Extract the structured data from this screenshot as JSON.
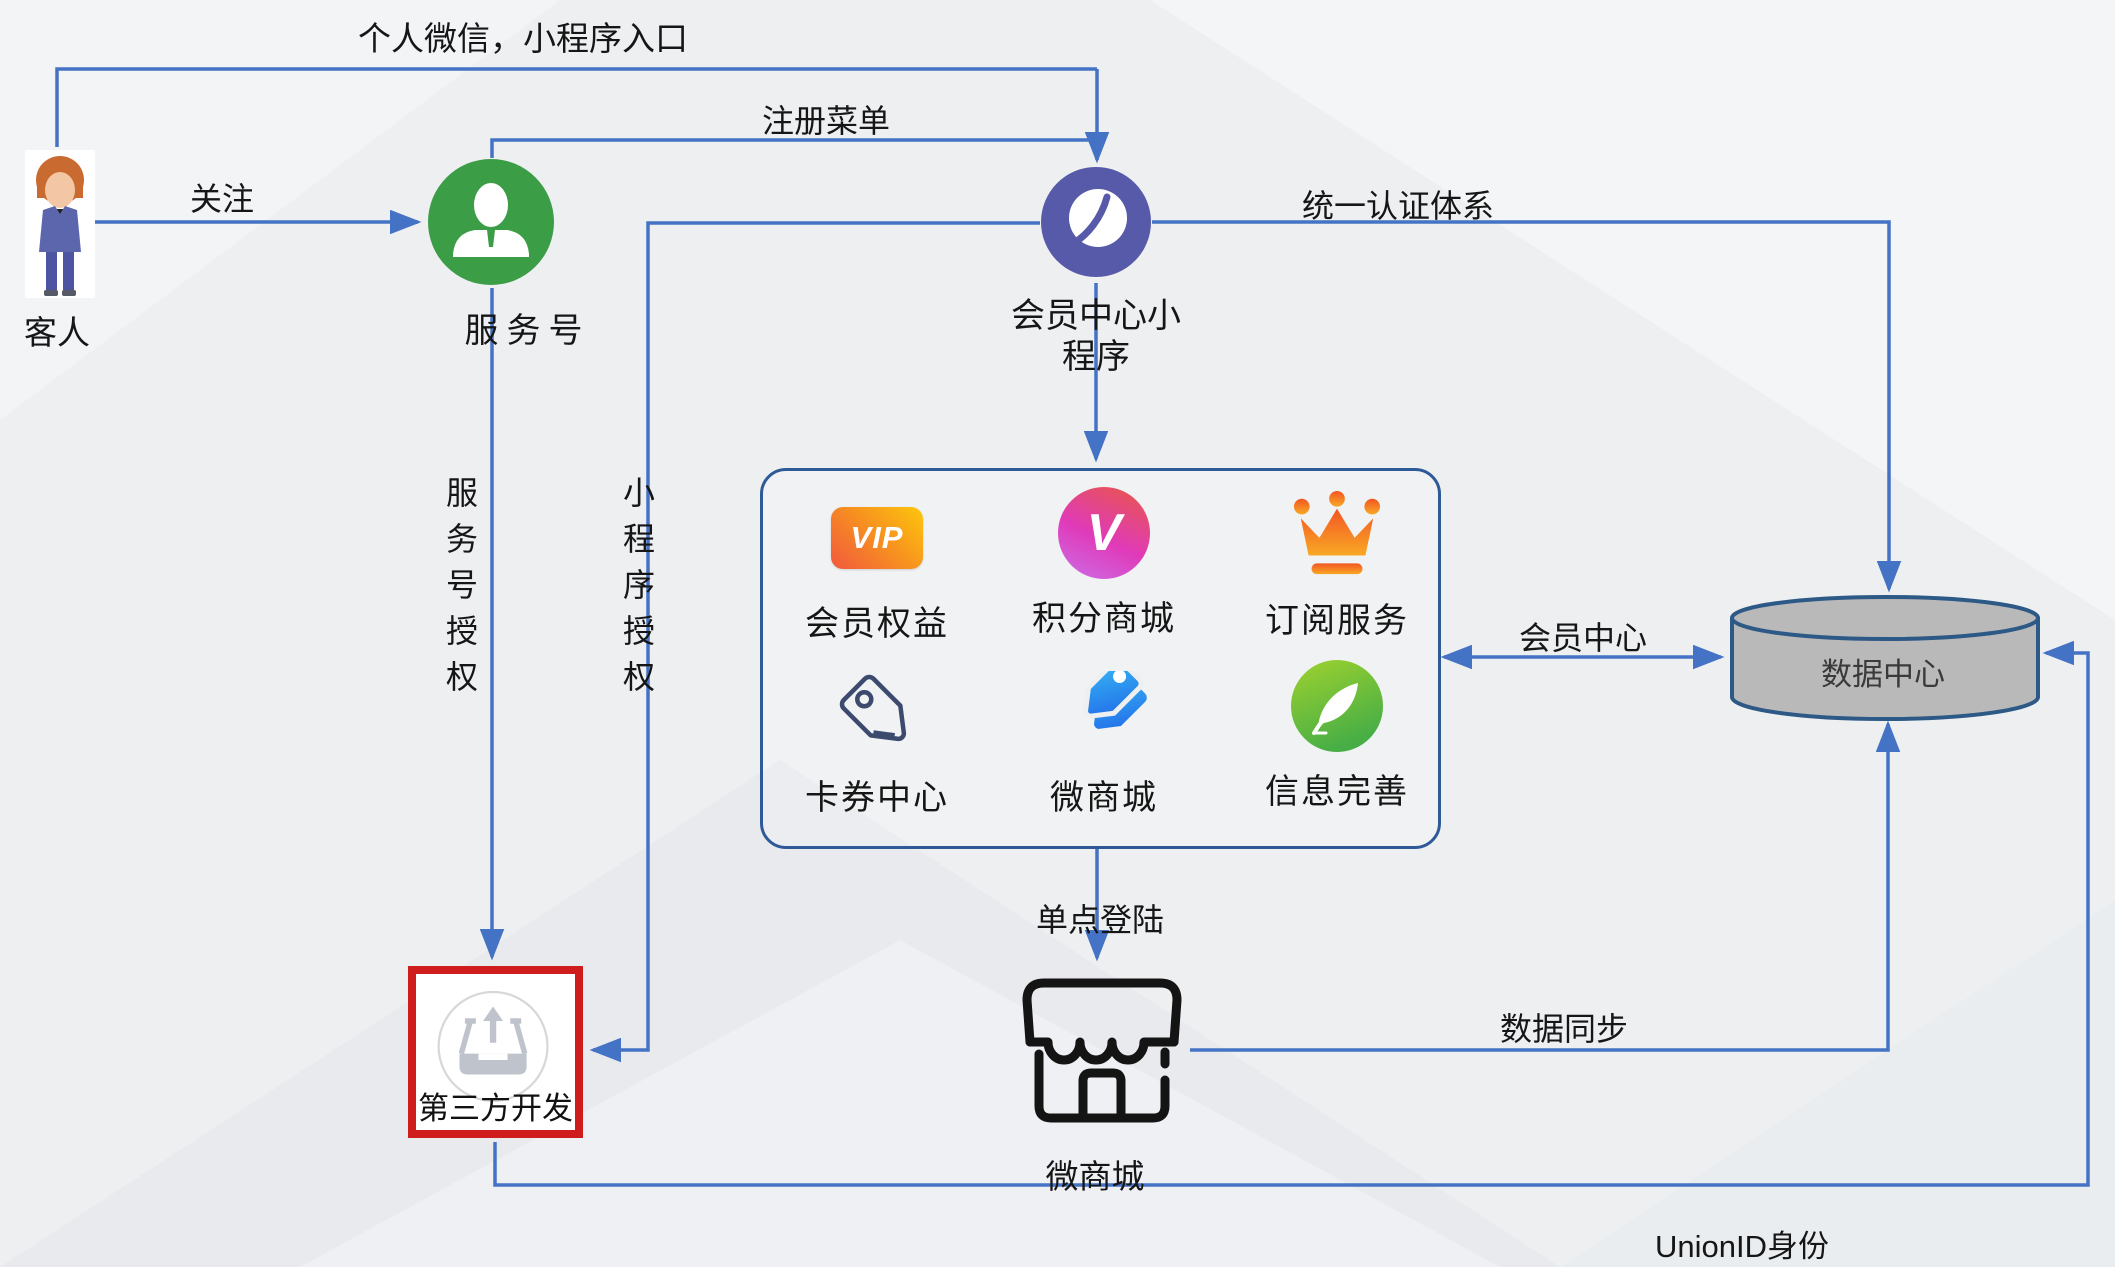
{
  "nodes": {
    "guest": {
      "label": "客人"
    },
    "service_account": {
      "label": "服务号"
    },
    "member_mini_program": {
      "label_line1": "会员中心小",
      "label_line2": "程序"
    },
    "feature_box": {
      "items": [
        {
          "name": "member-benefits",
          "icon": "vip-badge-icon",
          "icon_text": "VIP",
          "label": "会员权益"
        },
        {
          "name": "points-mall",
          "icon": "v-circle-icon",
          "icon_text": "V",
          "label": "积分商城"
        },
        {
          "name": "subscription-service",
          "icon": "crown-icon",
          "label": "订阅服务"
        },
        {
          "name": "coupon-center",
          "icon": "tag-outline-icon",
          "label": "卡券中心"
        },
        {
          "name": "micro-mall-tags",
          "icon": "double-tags-icon",
          "label": "微商城"
        },
        {
          "name": "info-completion",
          "icon": "leaf-icon",
          "label": "信息完善"
        }
      ]
    },
    "data_center": {
      "label": "数据中心"
    },
    "third_party": {
      "label": "第三方开发"
    },
    "micro_mall": {
      "label": "微商城"
    }
  },
  "edges": {
    "personal_wechat_entry": {
      "label": "个人微信，小程序入口"
    },
    "register_menu": {
      "label": "注册菜单"
    },
    "follow": {
      "label": "关注"
    },
    "unified_auth": {
      "label": "统一认证体系"
    },
    "service_account_auth": {
      "label": "服务号授权"
    },
    "mini_program_auth": {
      "label": "小程序授权"
    },
    "member_center": {
      "label": "会员中心"
    },
    "single_sign_on": {
      "label": "单点登陆"
    },
    "data_sync": {
      "label": "数据同步"
    },
    "union_id": {
      "label": "UnionID身份"
    }
  },
  "colors": {
    "connector_blue": "#4472c4",
    "feature_box_border": "#2e5b97",
    "service_account_green": "#3b9e47",
    "mini_program_purple": "#575aa8",
    "third_party_red": "#cf1d1d",
    "cylinder_gray": "#b9b9b9",
    "cylinder_stroke": "#2d5986",
    "store_black": "#141414",
    "background": "#edeff1"
  }
}
